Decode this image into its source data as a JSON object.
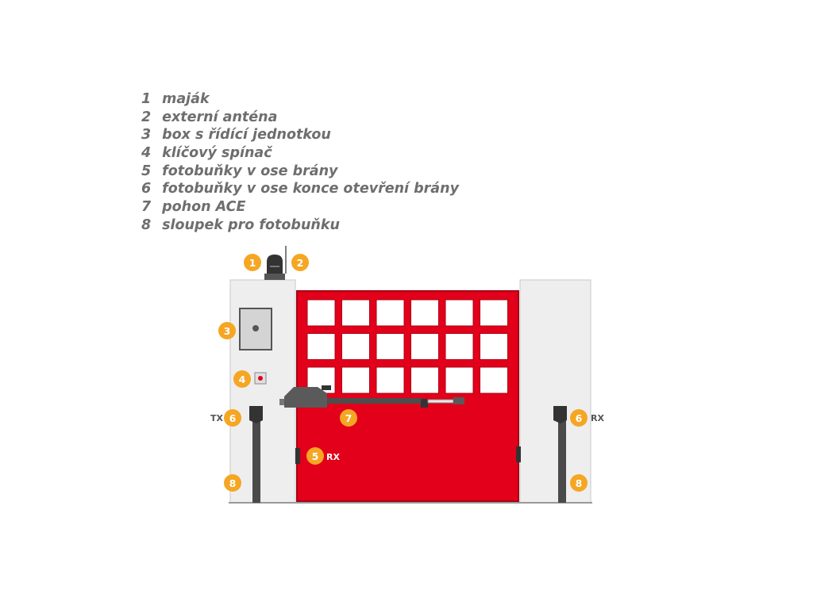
{
  "legend": [
    {
      "num": "1",
      "label": "maják"
    },
    {
      "num": "2",
      "label": "externí anténa"
    },
    {
      "num": "3",
      "label": "box s řídící jednotkou"
    },
    {
      "num": "4",
      "label": "klíčový spínač"
    },
    {
      "num": "5",
      "label": "fotobuňky v ose brány"
    },
    {
      "num": "6",
      "label": "fotobuňky v ose konce otevření brány"
    },
    {
      "num": "7",
      "label": "pohon ACE"
    },
    {
      "num": "8",
      "label": "sloupek pro fotobuňku"
    }
  ],
  "callouts": {
    "beacon": "1",
    "antenna": "2",
    "control_box": "3",
    "key_switch": "4",
    "photocell_gate_axis": "5",
    "photocell_left": "6",
    "photocell_right": "6",
    "motor": "7",
    "post_left": "8",
    "post_right": "8"
  },
  "labels": {
    "tx": "TX",
    "rx_left_gate": "RX",
    "rx_right": "RX"
  },
  "colors": {
    "gate_red": "#e2001a",
    "pillar_gray": "#eeeeee",
    "badge_orange": "#f5a623",
    "legend_text": "#6e6e6e",
    "device_dark": "#555555"
  }
}
